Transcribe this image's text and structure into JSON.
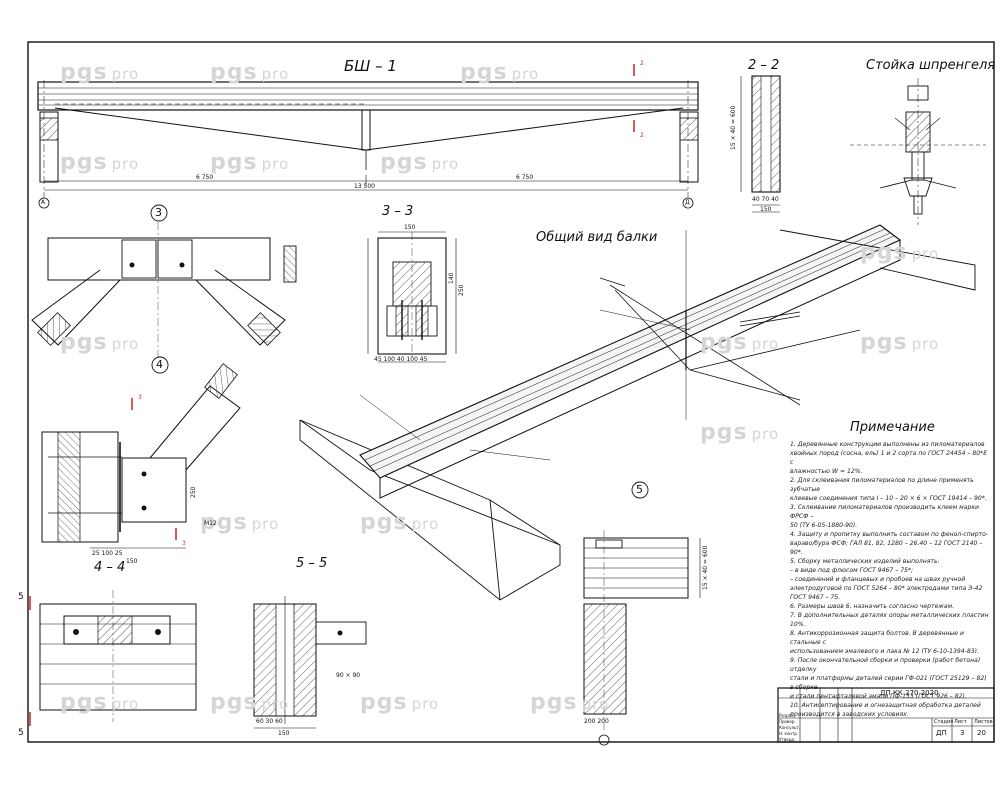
{
  "watermark": {
    "brand": "pgs",
    "suffix": "pro"
  },
  "views": {
    "beam_elevation": "БШ – 1",
    "section_2_2": "2 – 2",
    "strut_title": "Стойка шпренгеля",
    "section_3_3": "3 – 3",
    "general_view": "Общий вид балки",
    "node_3": "3",
    "node_4": "4",
    "node_5": "5",
    "section_4_4": "4 – 4",
    "section_5_5": "5 – 5"
  },
  "dimensions": {
    "half_span_left": "6 750",
    "half_span_right": "6 750",
    "span_total": "13 500",
    "axis_a": "А",
    "axis_d": "Д",
    "sec22_height": "15 × 40 = 600",
    "sec22_width": "150",
    "sec22_sub": "40  70  40",
    "sec33_width": "150",
    "sec33_h1": "250",
    "sec33_h2": "140",
    "sec33_bottom": "45  100  40  100  45",
    "node4_250": "250",
    "node4_bottom": "25   100   25",
    "node4_150": "150",
    "node5_height": "15 × 40 = 600",
    "node5_bottom": "200   200",
    "sec55_bottom": "60    30    60",
    "sec55_150": "150",
    "plate_9090": "90 × 90",
    "bolt": "М12"
  },
  "cut_marks": [
    "2",
    "2",
    "3",
    "3",
    "5",
    "5"
  ],
  "notes": {
    "title": "Примечание",
    "items": [
      "1. Деревянные конструкции выполнены из пиломатериалов хвойных пород (сосна, ель) 1 и 2 сорта по ГОСТ 24454 – 80*Е с",
      "влажностью W = 12%.",
      "2. Для склеивания пиломатериалов по длине применять зубчатые",
      "клеевые соединения типа I – 10 – 20 × 6 × ГОСТ 19414 – 90*.",
      "3. Склеивание пиломатериалов производить клеем марки ФРСФ –",
      "50 (ТУ 6-05-1880-90).",
      "4. Защиту и пропитку выполнить составом по фенол-спирто-",
      "вараво/бура ФСФ; ГАЛ 81, 82, 1280 – 26.40 – 12 ГОСТ 2140 –",
      "90*.",
      "5. Сборку металлических изделий выполнять:",
      "– в виде под флюсом ГОСТ 9467 – 75*;",
      "– соединений и фланцевых и пробоев на швах ручной",
      "электродуговой по ГОСТ 5264 – 80* электродами типа Э-42",
      "ГОСТ 9467 – 75.",
      "6. Размеры швов 6, назначить согласно чертежам.",
      "7. В дополнительных деталях опоры металлических пластин 10%.",
      "8. Антикоррозионная защита болтов. В деревянные и стальные с",
      "использованием эмалевого и лака № 12 (ТУ 6-10-1394-83).",
      "9. После окончательной сборки и проверки (работ бетона) отделку",
      "стали и платформы деталей серии ГФ-021 (ГОСТ 25129 – 82) в сборке",
      "и стали пентафталевой эмали ПФ-133 (ГОСТ 926 – 82).",
      "10. Антисептирование и огнезащитная обработка деталей",
      "производится в заводских условиях."
    ]
  },
  "title_block": {
    "doc_code": "ДП КК 270 2020",
    "stage": "ДП",
    "sheet": "3",
    "sheets": "20",
    "headers": [
      "Стадия",
      "Лист",
      "Листов"
    ],
    "rows": [
      "Разраб.",
      "Провер.",
      "Консульт.",
      "Н. контр.",
      "Утверд."
    ]
  }
}
